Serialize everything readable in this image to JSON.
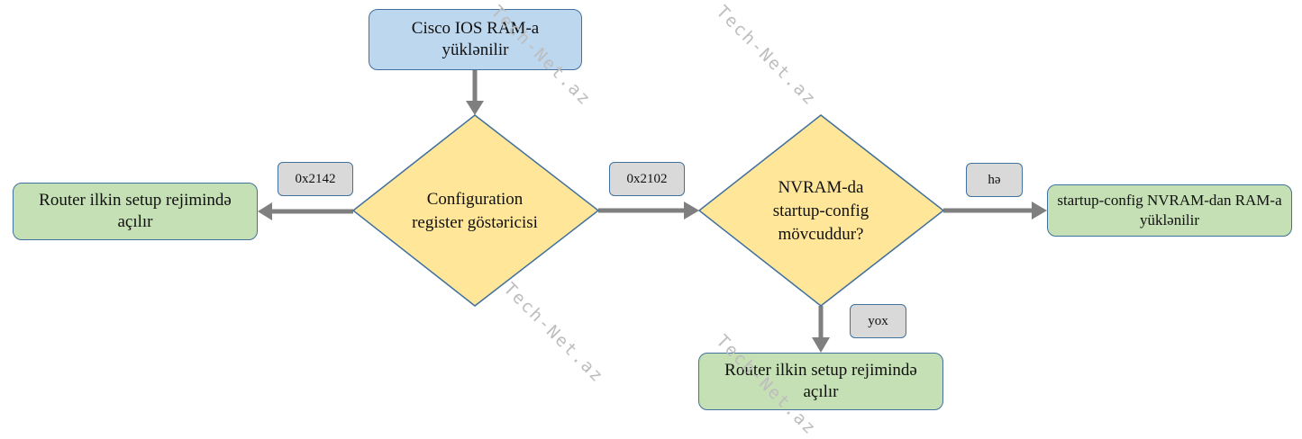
{
  "nodes": {
    "start": {
      "text": "Cisco IOS RAM-a yüklənilir"
    },
    "decision_register": {
      "text": "Configuration register göstəricisi"
    },
    "decision_nvram": {
      "text": "NVRAM-da startup-config mövcuddur?"
    },
    "setup_left": {
      "text": "Router ilkin setup rejimində açılır"
    },
    "load_config": {
      "text": "startup-config NVRAM-dan RAM-a yüklənilir"
    },
    "setup_bottom": {
      "text": "Router ilkin setup rejimində açılır"
    }
  },
  "edge_labels": {
    "reg_0x2142": "0x2142",
    "reg_0x2102": "0x2102",
    "yes": "hə",
    "no": "yox"
  },
  "watermark": "Tech-Net.az",
  "colors": {
    "start_fill": "#bdd7ee",
    "decision_fill": "#ffe699",
    "terminal_fill": "#c5e0b4",
    "label_fill": "#d9d9d9",
    "border": "#41719c",
    "arrow": "#7f7f7f"
  }
}
